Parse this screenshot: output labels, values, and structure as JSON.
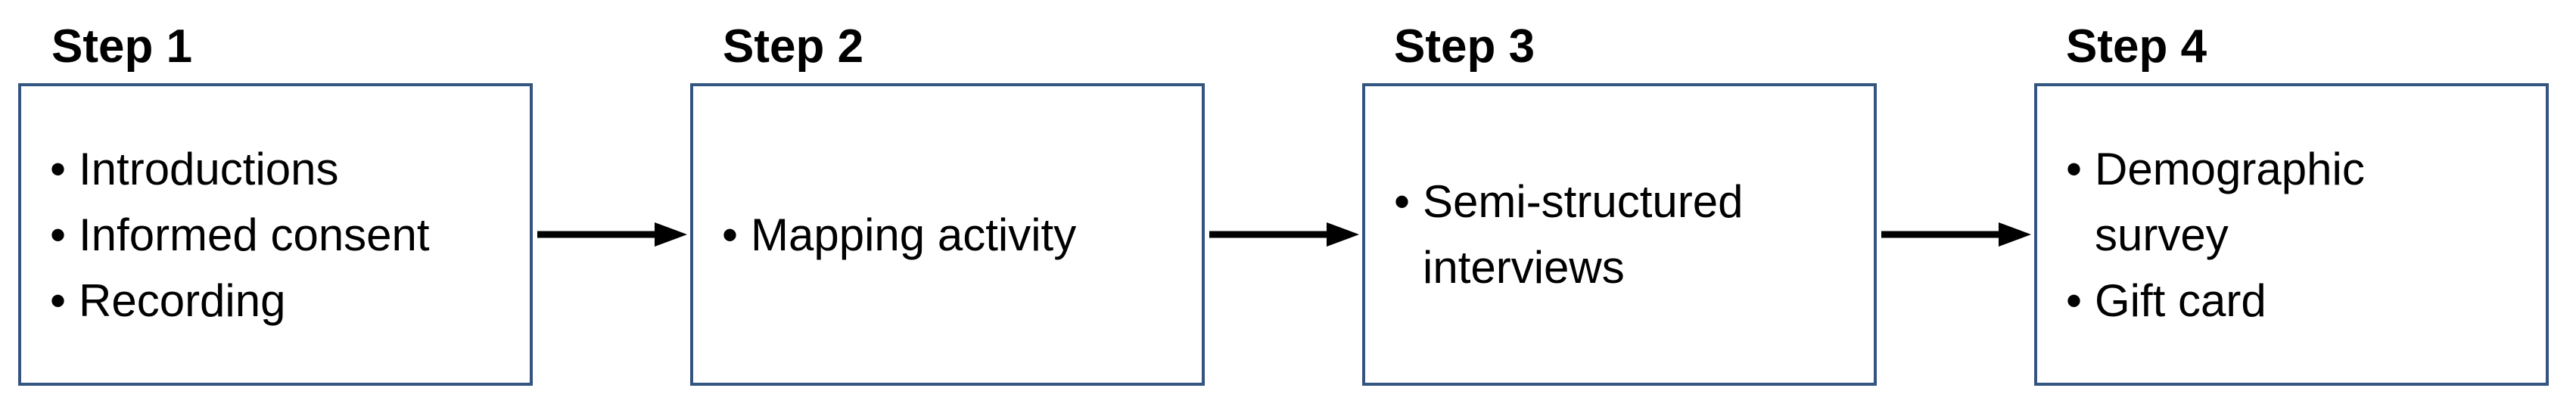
{
  "steps": [
    {
      "title": "Step 1",
      "items": [
        "Introductions",
        "Informed consent",
        "Recording"
      ]
    },
    {
      "title": "Step 2",
      "items": [
        "Mapping activity"
      ]
    },
    {
      "title": "Step 3",
      "items": [
        "Semi-structured\ninterviews"
      ]
    },
    {
      "title": "Step 4",
      "items": [
        "Demographic\nsurvey",
        "Gift card"
      ]
    }
  ],
  "bullet_glyph": "•",
  "colors": {
    "box_border": "#33557f",
    "arrow": "#000000",
    "text": "#000000"
  }
}
